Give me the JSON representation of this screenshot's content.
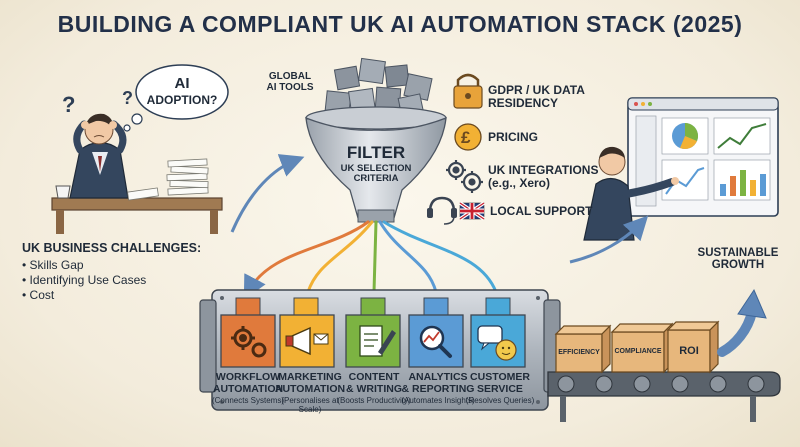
{
  "title": "BUILDING A COMPLIANT UK AI AUTOMATION STACK (2025)",
  "thought_bubble": {
    "line1": "AI",
    "line2": "ADOPTION?"
  },
  "global_tools_label": {
    "line1": "GLOBAL",
    "line2": "AI TOOLS"
  },
  "filter": {
    "label": "FILTER",
    "sub1": "UK SELECTION",
    "sub2": "CRITERIA"
  },
  "criteria": [
    {
      "icon": "padlock-icon",
      "line1": "GDPR / UK DATA",
      "line2": "RESIDENCY"
    },
    {
      "icon": "pound-coin-icon",
      "line1": "PRICING",
      "line2": ""
    },
    {
      "icon": "gears-icon",
      "line1": "UK INTEGRATIONS",
      "line2": "(e.g., Xero)"
    },
    {
      "icon": "headset-icon",
      "line1": "LOCAL SUPPORT",
      "line2": ""
    }
  ],
  "challenges": {
    "heading": "UK BUSINESS CHALLENGES:",
    "items": [
      "Skills Gap",
      "Identifying Use Cases",
      "Cost"
    ]
  },
  "modules": [
    {
      "name1": "WORKFLOW",
      "name2": "AUTOMATION",
      "sub": "(Connects Systems)",
      "color": "#e07a3c",
      "icon": "gear-icon"
    },
    {
      "name1": "MARKETING",
      "name2": "AUTOMATION",
      "sub": "(Personalises at Scale)",
      "color": "#f2b134",
      "icon": "megaphone-icon"
    },
    {
      "name1": "CONTENT",
      "name2": "& WRITING",
      "sub": "(Boosts Productivity)",
      "color": "#7cb342",
      "icon": "document-pen-icon"
    },
    {
      "name1": "ANALYTICS",
      "name2": "& REPORTING",
      "sub": "(Automates Insights)",
      "color": "#5b9bd5",
      "icon": "magnifier-chart-icon"
    },
    {
      "name1": "CUSTOMER",
      "name2": "SERVICE",
      "sub": "(Resolves Queries)",
      "color": "#4aa8d8",
      "icon": "chat-bubbles-icon"
    }
  ],
  "outputs": [
    "EFFICIENCY",
    "COMPLIANCE",
    "ROI"
  ],
  "growth": {
    "line1": "SUSTAINABLE",
    "line2": "GROWTH"
  }
}
